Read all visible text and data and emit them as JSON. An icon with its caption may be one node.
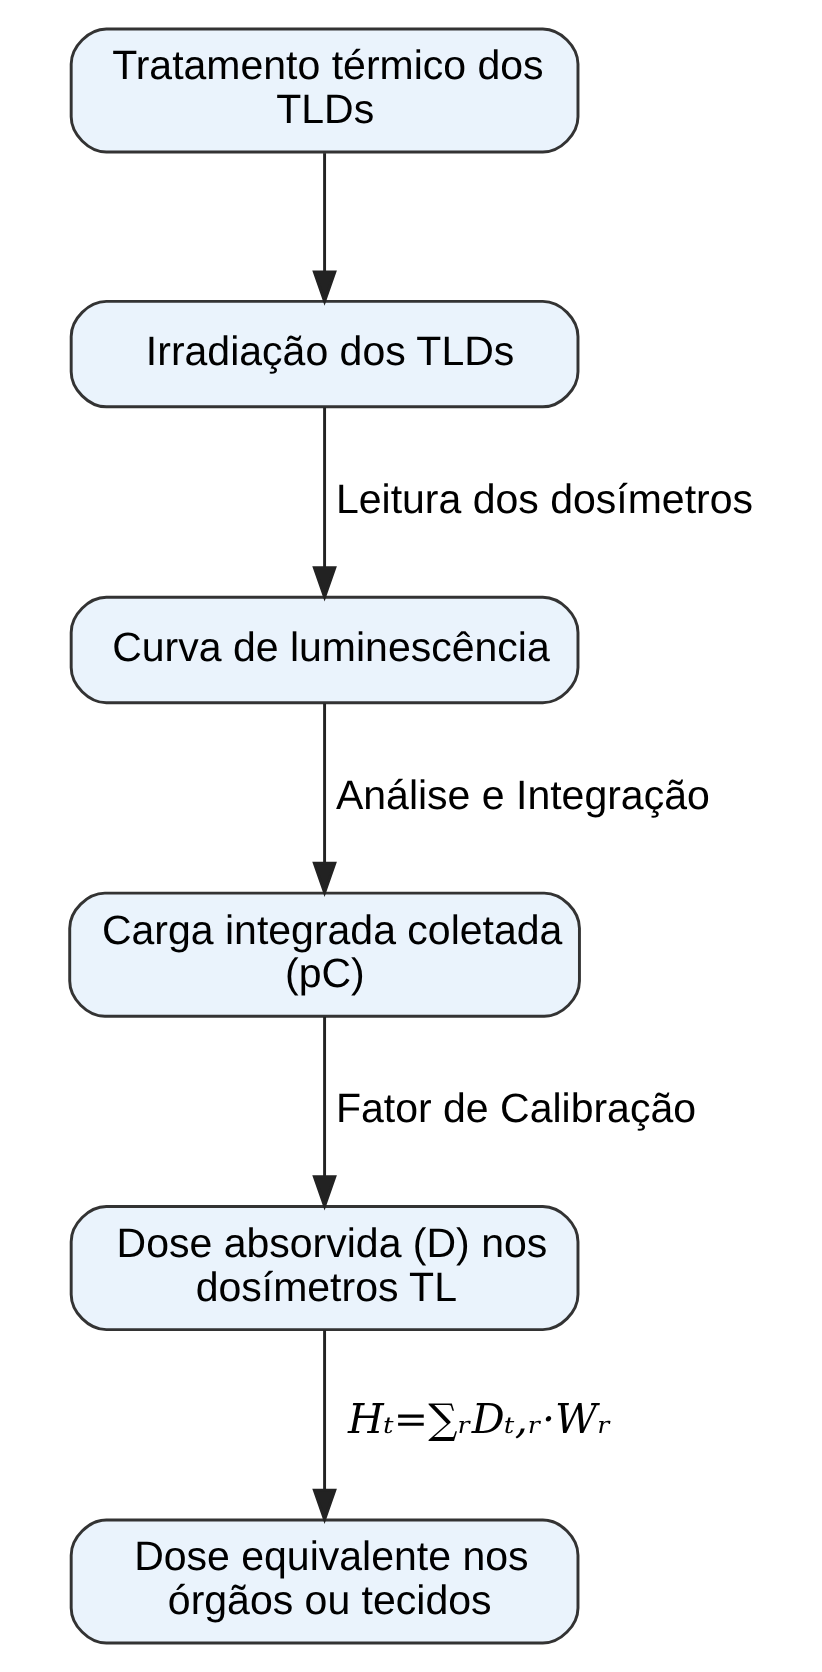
{
  "diagram": {
    "nodes": [
      {
        "text": [
          "Tratamento térmico dos TLDs"
        ]
      },
      {
        "text": [
          "Irradiação dos TLDs"
        ]
      },
      {
        "text": [
          "Curva de luminescência"
        ]
      },
      {
        "text": [
          "Carga integrada coletada (pC)"
        ]
      },
      {
        "text": [
          "Dose absorvida (D) nos dosímetros TL"
        ]
      },
      {
        "text": [
          "Dose equivalente nos órgãos ou tecidos"
        ]
      }
    ],
    "edges": [
      {
        "from": 0,
        "to": 1,
        "arrow": "to"
      },
      {
        "from": 1,
        "to": 2,
        "arrow": "to",
        "label": "Leitura dos dosímetros"
      },
      {
        "from": 2,
        "to": 3,
        "arrow": "to",
        "label": "Análise e Integração"
      },
      {
        "from": 3,
        "to": 4,
        "arrow": "to",
        "label": "Fator de Calibração"
      },
      {
        "from": 4,
        "to": 5,
        "arrow": "to",
        "label": "Hₜ=∑ᵣDₜ,ᵣ·Wᵣ"
      }
    ]
  }
}
